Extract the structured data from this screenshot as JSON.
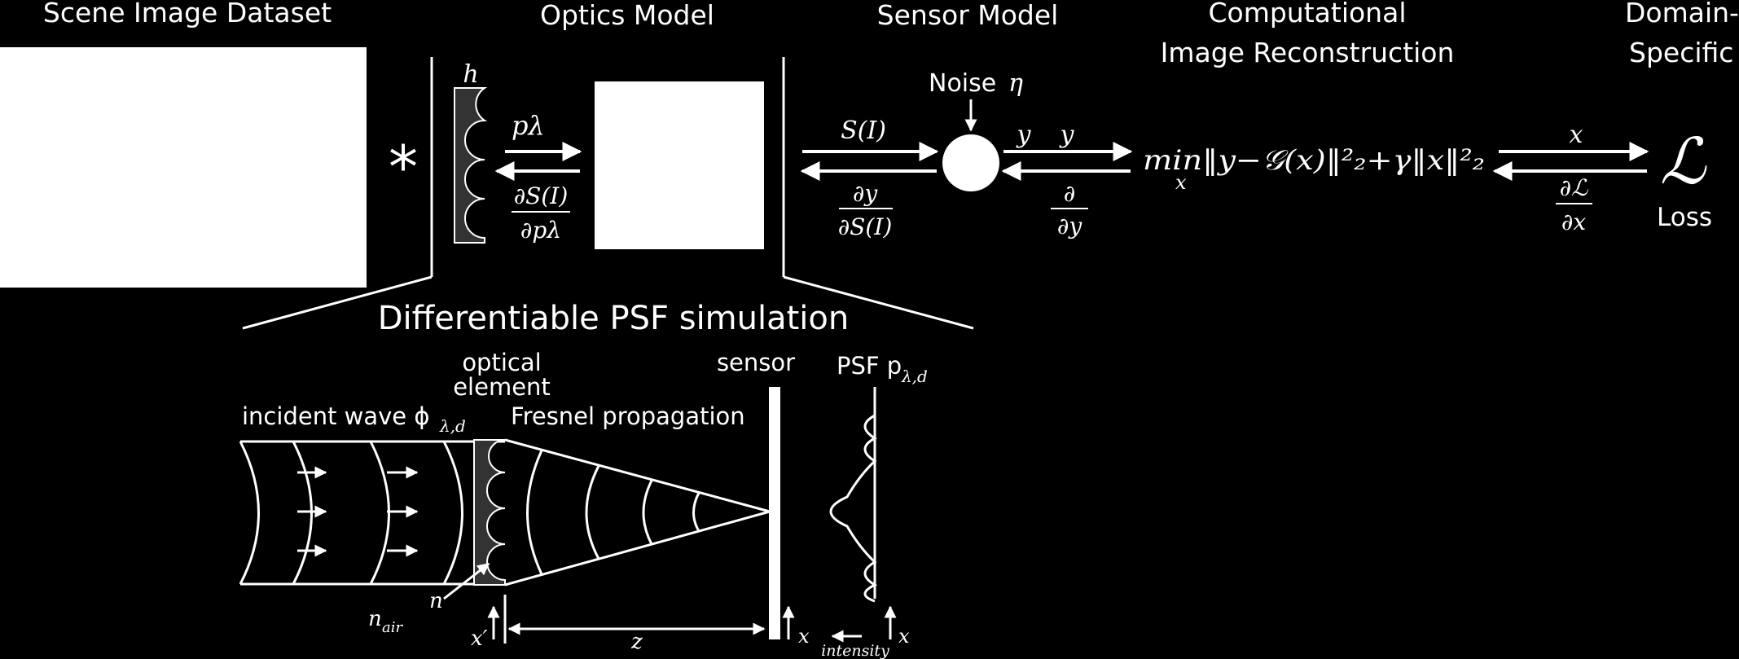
{
  "headers": {
    "scene": "Scene Image Dataset",
    "optics": "Optics Model",
    "sensor": "Sensor Model",
    "comp_line1": "Computational",
    "comp_line2": "Image Reconstruction",
    "domain_line1": "Domain-",
    "domain_line2": "Specific"
  },
  "symbols": {
    "convolve": "*",
    "h": "h",
    "p_lambda": "pλ",
    "dS_num": "∂S(I)",
    "dS_den": "∂pλ",
    "S_I": "S(I)",
    "dy_num": "∂y",
    "dy_den": "∂S(I)",
    "noise_label": "Noise",
    "noise_eta": "η",
    "y1": "y",
    "y2": "y",
    "d_num": "∂",
    "d_den": "∂y",
    "objective": "min‖y−𝒢(x)‖²₂+γ‖x‖²₂",
    "objective_sub": "x",
    "x_label": "x",
    "dL_num": "∂ℒ",
    "dL_den": "∂x",
    "loss_symbol": "ℒ",
    "loss_label": "Loss"
  },
  "psf": {
    "title": "Differentiable PSF simulation",
    "optical_line1": "optical",
    "optical_line2": "element",
    "sensor": "sensor",
    "psf_label": "PSF p",
    "psf_sub": "λ,d",
    "incident": "incident wave ϕ",
    "incident_sub": "λ,d",
    "fresnel": "Fresnel propagation",
    "n": "n",
    "n_air": "n",
    "n_air_sub": "air",
    "x_prime": "x′",
    "z": "z",
    "x_sensor": "x",
    "x_psf": "x",
    "intensity": "intensity"
  },
  "colors": {
    "background": "#000000",
    "foreground": "#ffffff",
    "element_fill": "#333333"
  }
}
